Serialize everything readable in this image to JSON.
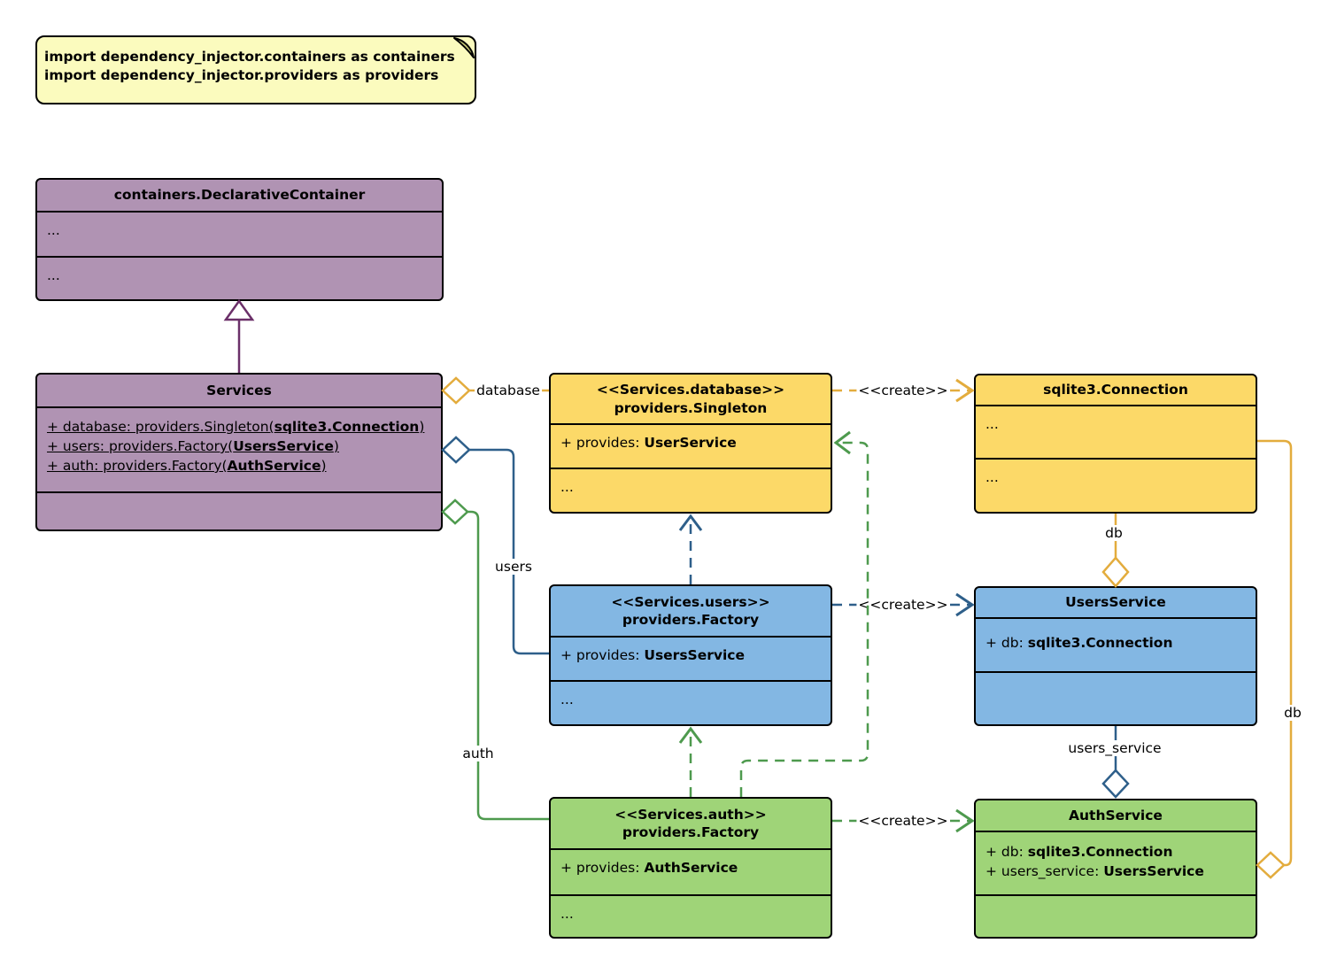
{
  "note": {
    "line1": "import dependency_injector.containers as containers",
    "line2": "import dependency_injector.providers as providers"
  },
  "classes": {
    "declarative_container": {
      "title": "containers.DeclarativeContainer",
      "row1": "...",
      "row2": "..."
    },
    "services": {
      "title": "Services",
      "attrs": [
        {
          "prefix": "+ database: providers.Singleton(",
          "bold": "sqlite3.Connection",
          "suffix": ")"
        },
        {
          "prefix": "+ users: providers.Factory(",
          "bold": "UsersService",
          "suffix": ")"
        },
        {
          "prefix": "+ auth: providers.Factory(",
          "bold": "AuthService",
          "suffix": ")"
        }
      ]
    },
    "database_singleton": {
      "stereotype": "<<Services.database>>",
      "title": "providers.Singleton",
      "attr_prefix": "+ provides: ",
      "attr_bold": "UserService",
      "row2": "..."
    },
    "sqlite_connection": {
      "title": "sqlite3.Connection",
      "row1": "...",
      "row2": "..."
    },
    "users_factory": {
      "stereotype": "<<Services.users>>",
      "title": "providers.Factory",
      "attr_prefix": "+ provides: ",
      "attr_bold": "UsersService",
      "row2": "..."
    },
    "users_service": {
      "title": "UsersService",
      "attr_prefix": "+ db: ",
      "attr_bold": "sqlite3.Connection"
    },
    "auth_factory": {
      "stereotype": "<<Services.auth>>",
      "title": "providers.Factory",
      "attr_prefix": "+ provides: ",
      "attr_bold": "AuthService",
      "row2": "..."
    },
    "auth_service": {
      "title": "AuthService",
      "attrs": [
        {
          "prefix": "+ db: ",
          "bold": "sqlite3.Connection"
        },
        {
          "prefix": "+ users_service: ",
          "bold": "UsersService"
        }
      ]
    }
  },
  "edges": {
    "database_label": "database",
    "users_label": "users",
    "auth_label": "auth",
    "create_db_label": "<<create>>",
    "create_users_label": "<<create>>",
    "create_auth_label": "<<create>>",
    "db_label": "db",
    "db_right_label": "db",
    "users_service_label": "users_service"
  },
  "colors": {
    "purple_fill": "#b093b3",
    "yellow_fill": "#fcd968",
    "blue_fill": "#83b7e3",
    "green_fill": "#9fd478",
    "note_fill": "#fbfbbe",
    "gold_line": "#e3ac3d",
    "blue_line": "#2e5f8a",
    "green_line": "#4e9a4e",
    "purple_line": "#6b3069",
    "border": "#000000"
  }
}
